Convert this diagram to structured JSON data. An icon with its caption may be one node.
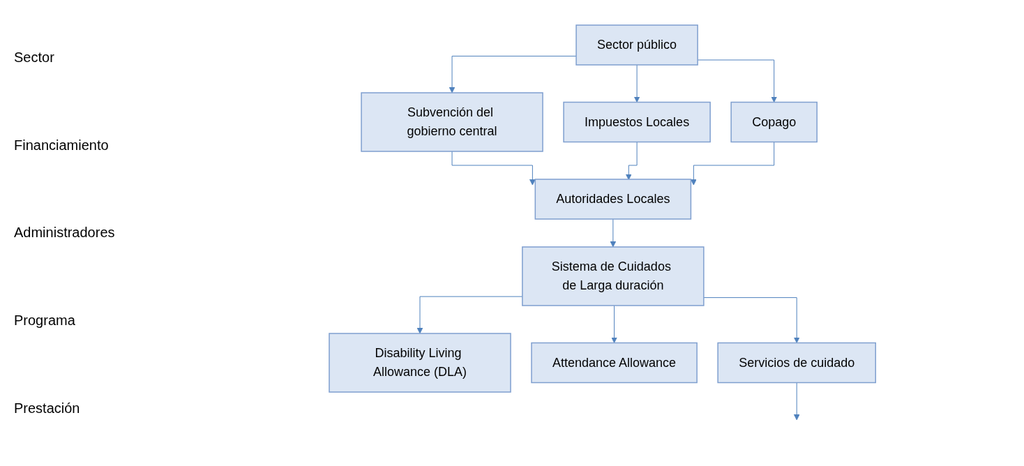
{
  "diagram": {
    "nodes": [
      {
        "text": [
          "Sector público"
        ]
      },
      {
        "text": [
          "Subvención del gobierno central"
        ]
      },
      {
        "text": [
          "Impuestos Locales"
        ]
      },
      {
        "text": [
          "Copago"
        ]
      },
      {
        "text": [
          "Autoridades Locales"
        ]
      },
      {
        "text": [
          "Sistema de Cuidados de Larga duración"
        ]
      },
      {
        "text": [
          "Disability Living Allowance (DLA)"
        ]
      },
      {
        "text": [
          "Attendance Allowance"
        ]
      },
      {
        "text": [
          "Servicios de cuidado"
        ]
      }
    ],
    "edges": [
      {
        "from": 0,
        "to": 1,
        "arrow": "to"
      },
      {
        "from": 0,
        "to": 2,
        "arrow": "to"
      },
      {
        "from": 0,
        "to": 3,
        "arrow": "to"
      },
      {
        "from": 1,
        "to": 4,
        "arrow": "to"
      },
      {
        "from": 2,
        "to": 4,
        "arrow": "to"
      },
      {
        "from": 3,
        "to": 4,
        "arrow": "to"
      },
      {
        "from": 4,
        "to": 5,
        "arrow": "to"
      },
      {
        "from": 5,
        "to": 6,
        "arrow": "to"
      },
      {
        "from": 5,
        "to": 7,
        "arrow": "to"
      },
      {
        "from": 5,
        "to": 8,
        "arrow": "to"
      },
      {
        "from": 8,
        "to": null,
        "arrow": "to"
      }
    ],
    "labels": [
      "Sector",
      "Financiamiento",
      "Administradores",
      "Programa",
      "Prestación"
    ]
  }
}
